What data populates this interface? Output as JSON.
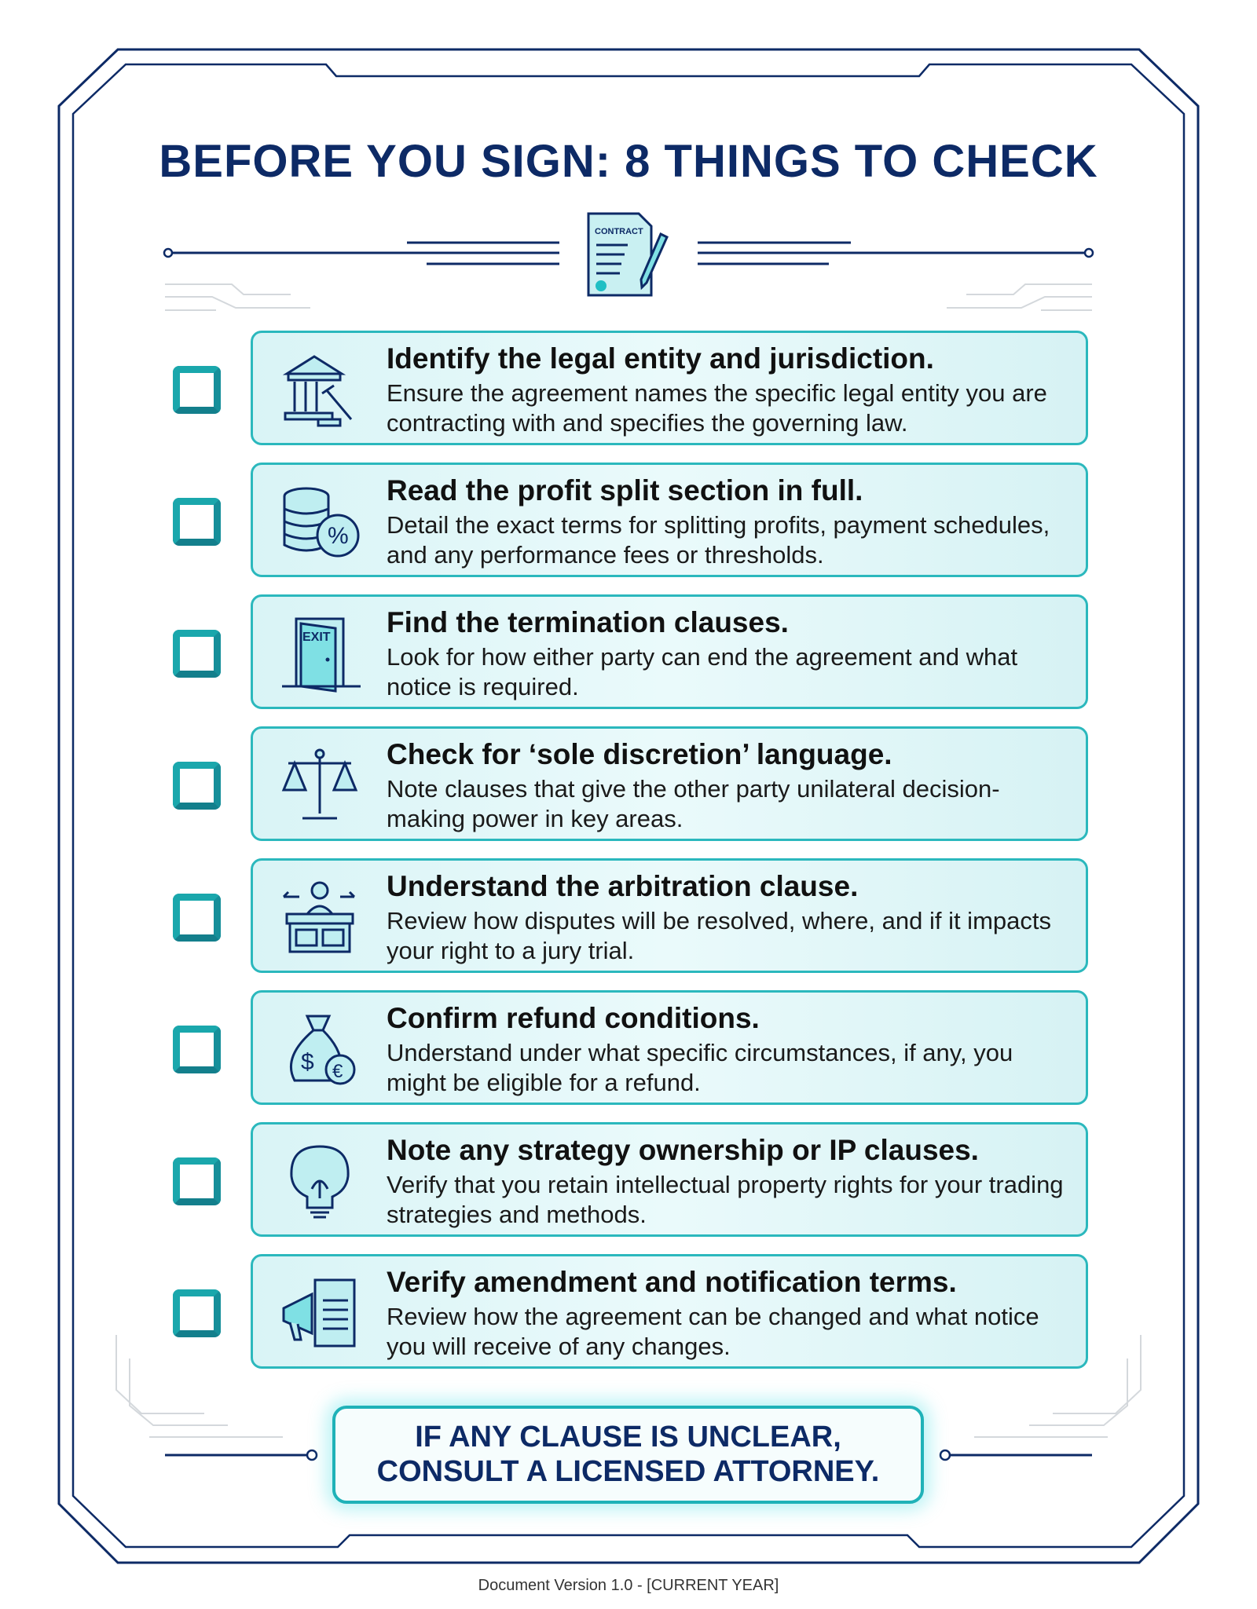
{
  "title": "BEFORE YOU SIGN: 8 THINGS TO CHECK",
  "header_icon": {
    "name": "contract-icon",
    "label": "CONTRACT"
  },
  "colors": {
    "navy": "#0d2a66",
    "teal": "#1aa7ac",
    "card_bg": "#e0f6f7",
    "card_border": "#2bb8bd"
  },
  "items": [
    {
      "icon": "courthouse-gavel-icon",
      "heading": "Identify the legal entity and jurisdiction.",
      "body": "Ensure the agreement names the specific legal entity you are contracting with and specifies the governing law.",
      "checked": false
    },
    {
      "icon": "coins-percent-icon",
      "heading": "Read the profit split section in full.",
      "body": "Detail the exact terms for splitting profits, payment schedules, and any performance fees or thresholds.",
      "checked": false
    },
    {
      "icon": "exit-door-icon",
      "heading": "Find the termination clauses.",
      "body": "Look for how either party can end the agreement and what notice is required.",
      "checked": false
    },
    {
      "icon": "scales-icon",
      "heading": "Check for ‘sole discretion’ language.",
      "body": "Note clauses that give the other party unilateral decision-making power in key areas.",
      "checked": false
    },
    {
      "icon": "arbitrator-desk-icon",
      "heading": "Understand the arbitration clause.",
      "body": "Review how disputes will be resolved, where, and if it impacts your right to a jury trial.",
      "checked": false
    },
    {
      "icon": "money-bag-icon",
      "heading": "Confirm refund conditions.",
      "body": "Understand under what specific circumstances, if any, you might be eligible for a refund.",
      "checked": false
    },
    {
      "icon": "brain-lightbulb-icon",
      "heading": "Note any strategy ownership or IP clauses.",
      "body": "Verify that you retain intellectual property rights for your trading strategies and methods.",
      "checked": false
    },
    {
      "icon": "megaphone-document-icon",
      "heading": "Verify amendment and notification terms.",
      "body": "Review how the agreement can be changed and what notice you will receive of any changes.",
      "checked": false
    }
  ],
  "callout": {
    "line1": "IF ANY CLAUSE IS UNCLEAR,",
    "line2": "CONSULT A LICENSED ATTORNEY."
  },
  "footer": "Document Version 1.0 - [CURRENT YEAR]"
}
